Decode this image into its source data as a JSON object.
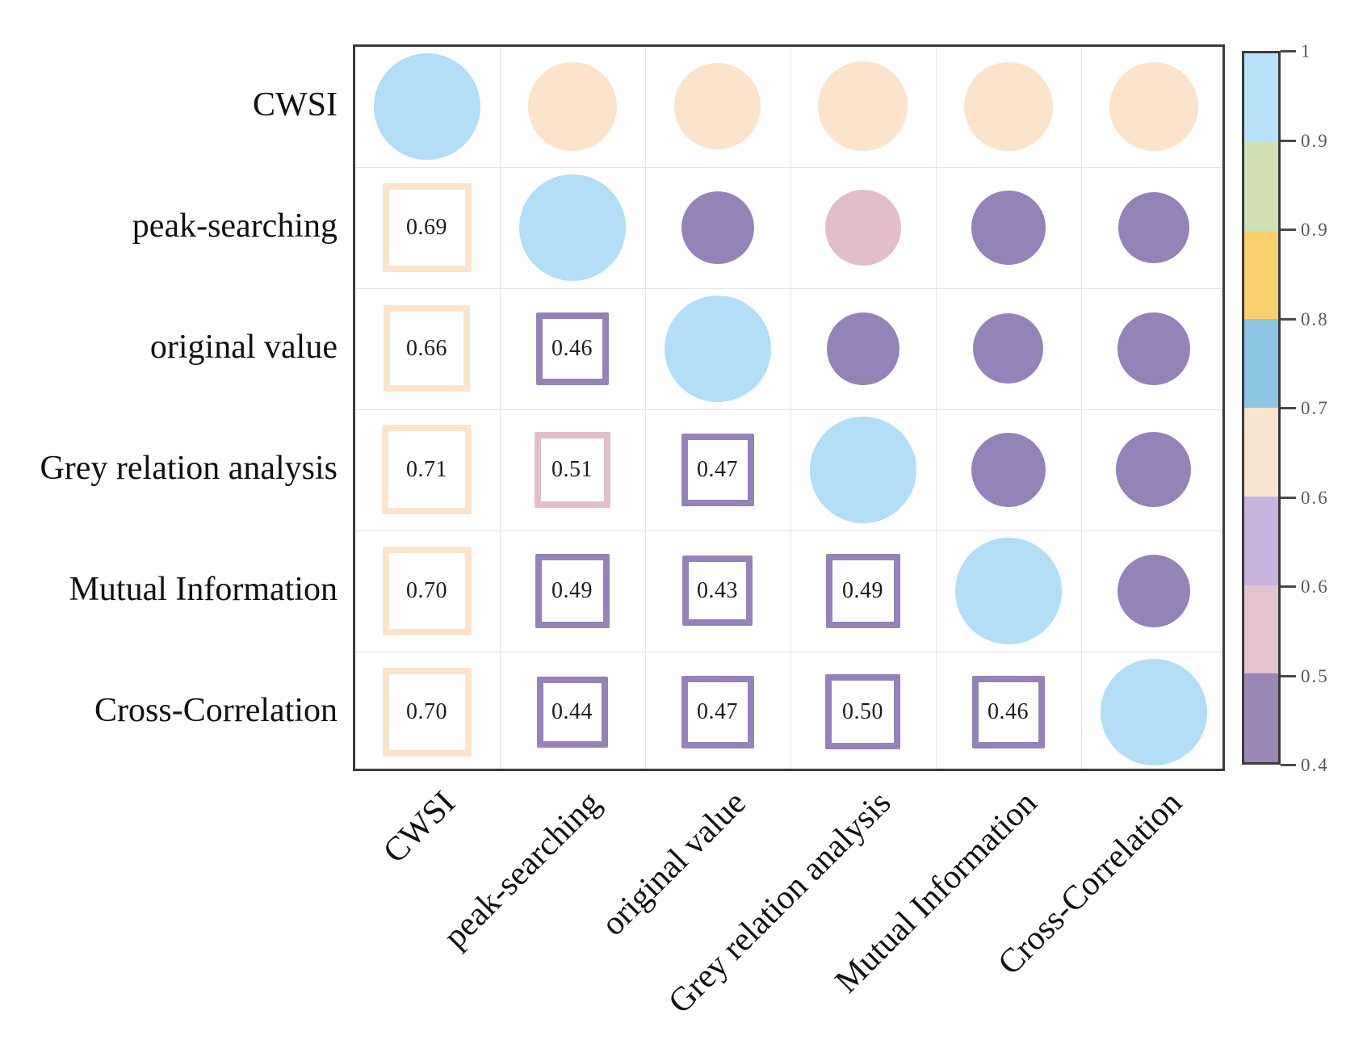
{
  "chart_data": {
    "type": "heatmap",
    "subtype": "correlation-matrix-corrplot",
    "title": "",
    "variables": [
      "CWSI",
      "peak-searching",
      "original value",
      "Grey relation analysis",
      "Mutual Information",
      "Cross-Correlation"
    ],
    "matrix": [
      [
        1.0,
        0.69,
        0.66,
        0.71,
        0.7,
        0.7
      ],
      [
        0.69,
        1.0,
        0.46,
        0.51,
        0.49,
        0.44
      ],
      [
        0.66,
        0.46,
        1.0,
        0.47,
        0.43,
        0.47
      ],
      [
        0.71,
        0.51,
        0.47,
        1.0,
        0.49,
        0.5
      ],
      [
        0.7,
        0.49,
        0.43,
        0.49,
        1.0,
        0.46
      ],
      [
        0.7,
        0.44,
        0.47,
        0.5,
        0.46,
        1.0
      ]
    ],
    "lower_triangle_value_labels": [
      [
        "0.69"
      ],
      [
        "0.66",
        "0.46"
      ],
      [
        "0.71",
        "0.51",
        "0.47"
      ],
      [
        "0.70",
        "0.49",
        "0.43",
        "0.49"
      ],
      [
        "0.70",
        "0.44",
        "0.47",
        "0.50",
        "0.46"
      ]
    ],
    "upper_triangle_glyph": "filled-circle",
    "lower_triangle_glyph": "outlined-square-with-value",
    "size_encoding": "glyph size proportional to sqrt(correlation)",
    "cell_color_classes": [
      [
        "blue",
        "peach",
        "peach",
        "peach",
        "peach",
        "peach"
      ],
      [
        "peach",
        "blue",
        "purple",
        "pink",
        "purple",
        "purple"
      ],
      [
        "peach",
        "purple",
        "blue",
        "purple",
        "purple",
        "purple"
      ],
      [
        "peach",
        "pink",
        "purple",
        "blue",
        "purple",
        "purple"
      ],
      [
        "peach",
        "purple",
        "purple",
        "purple",
        "blue",
        "purple"
      ],
      [
        "peach",
        "purple",
        "purple",
        "purple",
        "purple",
        "blue"
      ]
    ],
    "glyph_palette": {
      "blue": "#b2def7",
      "peach": "#fbe4cb",
      "purple": "#9383b8",
      "pink": "#e2becb"
    },
    "colorbar": {
      "range_min": 0.4,
      "range_max": 1,
      "tick_labels_top_to_bottom": [
        "1",
        "0.9",
        "0.9",
        "0.8",
        "0.7",
        "0.6",
        "0.6",
        "0.5",
        "0.4"
      ],
      "segment_colors_top_to_bottom": [
        "#b6e1f8",
        "#cfe0b3",
        "#fad06e",
        "#8cc6e4",
        "#fae6d0",
        "#c8b2de",
        "#e3c3d0",
        "#9a87b8"
      ]
    },
    "frame": {
      "border_color": "#3b3b3b",
      "grid_color": "#e4e4e4",
      "background": "#ffffff",
      "label_color": "#111111",
      "value_color": "#1c1c1c",
      "colorbar_tick_label_color": "#595959"
    }
  }
}
